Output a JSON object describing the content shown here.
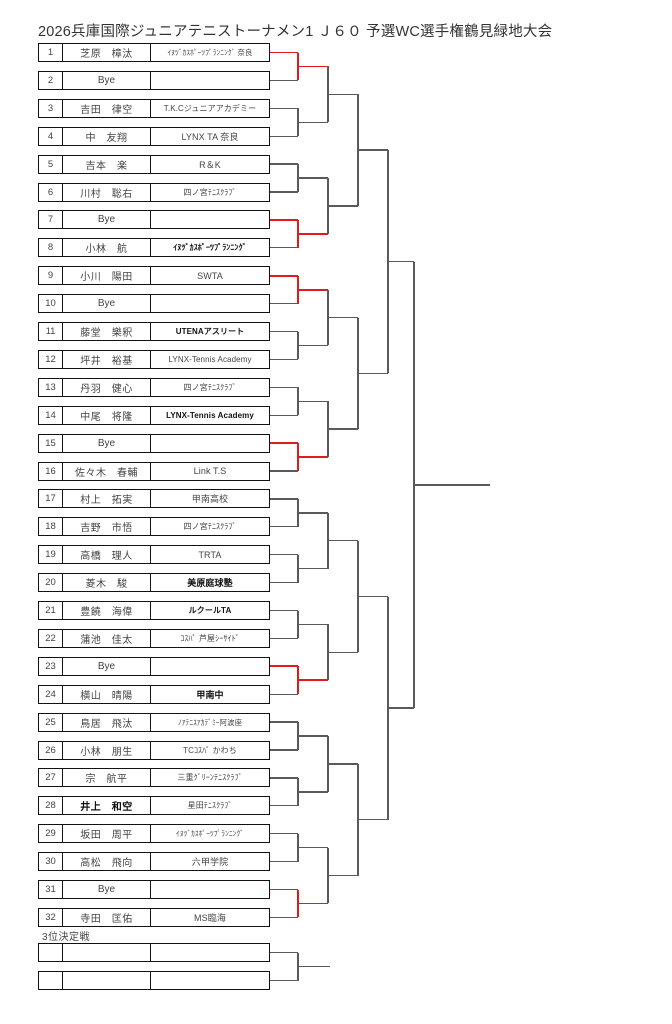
{
  "title": "2026兵庫国際ジュニアテニストーナメン1 Ｊ６０ 予選WC選手権鶴見緑地大会",
  "third_place": {
    "label": "3位決定戦",
    "rows": [
      {
        "seed": "",
        "name": "",
        "club": ""
      },
      {
        "seed": "",
        "name": "",
        "club": ""
      }
    ]
  },
  "colors": {
    "line": "#5a5a5a",
    "bye_advance": "#e01b1b",
    "box_border": "#111111",
    "text": "#444444"
  },
  "entries": [
    {
      "seed": "1",
      "name": "芝原　樟汰",
      "club": "ｲﾇﾂﾞｶｽﾎﾟｰﾂﾌﾟﾗﾝﾆﾝｸﾞ 奈良",
      "name_bold": false,
      "club_bold": false,
      "club_size": "tiny",
      "bye": false
    },
    {
      "seed": "2",
      "name": "Bye",
      "club": "",
      "name_bold": false,
      "club_bold": false,
      "club_size": "",
      "bye": true
    },
    {
      "seed": "3",
      "name": "吉田　律空",
      "club": "T.K.Cジュニアアカデミー",
      "name_bold": false,
      "club_bold": false,
      "club_size": "small",
      "bye": false
    },
    {
      "seed": "4",
      "name": "中　友翔",
      "club": "LYNX TA 奈良",
      "name_bold": false,
      "club_bold": false,
      "club_size": "",
      "bye": false
    },
    {
      "seed": "5",
      "name": "吉本　楽",
      "club": "R＆K",
      "name_bold": false,
      "club_bold": false,
      "club_size": "",
      "bye": false
    },
    {
      "seed": "6",
      "name": "川村　聡右",
      "club": "四ノ宮ﾃﾆｽｸﾗﾌﾞ",
      "name_bold": false,
      "club_bold": false,
      "club_size": "small",
      "bye": false
    },
    {
      "seed": "7",
      "name": "Bye",
      "club": "",
      "name_bold": false,
      "club_bold": false,
      "club_size": "",
      "bye": true
    },
    {
      "seed": "8",
      "name": "小林　航",
      "club": "ｲﾇﾂﾞｶｽﾎﾟｰﾂﾌﾟﾗﾝﾆﾝｸﾞ",
      "name_bold": false,
      "club_bold": true,
      "club_size": "small",
      "bye": false
    },
    {
      "seed": "9",
      "name": "小川　陽田",
      "club": "SWTA",
      "name_bold": false,
      "club_bold": false,
      "club_size": "",
      "bye": false
    },
    {
      "seed": "10",
      "name": "Bye",
      "club": "",
      "name_bold": false,
      "club_bold": false,
      "club_size": "",
      "bye": true
    },
    {
      "seed": "11",
      "name": "藤堂　樂釈",
      "club": "UTENAアスリート",
      "name_bold": false,
      "club_bold": true,
      "club_size": "small",
      "bye": false
    },
    {
      "seed": "12",
      "name": "坪井　裕基",
      "club": "LYNX-Tennis Academy",
      "name_bold": false,
      "club_bold": false,
      "club_size": "small",
      "bye": false
    },
    {
      "seed": "13",
      "name": "丹羽　健心",
      "club": "四ノ宮ﾃﾆｽｸﾗﾌﾞ",
      "name_bold": false,
      "club_bold": false,
      "club_size": "small",
      "bye": false
    },
    {
      "seed": "14",
      "name": "中尾　将隆",
      "club": "LYNX-Tennis Academy",
      "name_bold": false,
      "club_bold": true,
      "club_size": "small",
      "bye": false
    },
    {
      "seed": "15",
      "name": "Bye",
      "club": "",
      "name_bold": false,
      "club_bold": false,
      "club_size": "",
      "bye": true
    },
    {
      "seed": "16",
      "name": "佐々木　春輔",
      "club": "Link T.S",
      "name_bold": false,
      "club_bold": false,
      "club_size": "",
      "bye": false
    },
    {
      "seed": "17",
      "name": "村上　拓実",
      "club": "甲南高校",
      "name_bold": false,
      "club_bold": false,
      "club_size": "",
      "bye": false
    },
    {
      "seed": "18",
      "name": "吉野　市悟",
      "club": "四ノ宮ﾃﾆｽｸﾗﾌﾞ",
      "name_bold": false,
      "club_bold": false,
      "club_size": "small",
      "bye": false
    },
    {
      "seed": "19",
      "name": "高橋　理人",
      "club": "TRTA",
      "name_bold": false,
      "club_bold": false,
      "club_size": "",
      "bye": false
    },
    {
      "seed": "20",
      "name": "菱木　駿",
      "club": "美原庭球塾",
      "name_bold": false,
      "club_bold": true,
      "club_size": "",
      "bye": false
    },
    {
      "seed": "21",
      "name": "豊饒　海偉",
      "club": "ルクールTA",
      "name_bold": false,
      "club_bold": true,
      "club_size": "small",
      "bye": false
    },
    {
      "seed": "22",
      "name": "蒲池　佳太",
      "club": "ｺｽﾊﾟ 芦屋ｼｰｻｲﾄﾞ",
      "name_bold": false,
      "club_bold": false,
      "club_size": "small",
      "bye": false
    },
    {
      "seed": "23",
      "name": "Bye",
      "club": "",
      "name_bold": false,
      "club_bold": false,
      "club_size": "",
      "bye": true
    },
    {
      "seed": "24",
      "name": "横山　晴陽",
      "club": "甲南中",
      "name_bold": false,
      "club_bold": true,
      "club_size": "",
      "bye": false
    },
    {
      "seed": "25",
      "name": "鳥居　飛汰",
      "club": "ﾉｱﾃﾆｽｱｶﾃﾞﾐｰ阿波座",
      "name_bold": false,
      "club_bold": false,
      "club_size": "tiny",
      "bye": false
    },
    {
      "seed": "26",
      "name": "小林　朋生",
      "club": "TCｺｽﾊﾟ かわち",
      "name_bold": false,
      "club_bold": false,
      "club_size": "small",
      "bye": false
    },
    {
      "seed": "27",
      "name": "宗　航平",
      "club": "三重ｸﾞﾘｰﾝﾃﾆｽｸﾗﾌﾞ",
      "name_bold": false,
      "club_bold": false,
      "club_size": "small",
      "bye": false
    },
    {
      "seed": "28",
      "name": "井上　和空",
      "club": "星田ﾃﾆｽｸﾗﾌﾞ",
      "name_bold": true,
      "club_bold": false,
      "club_size": "small",
      "bye": false
    },
    {
      "seed": "29",
      "name": "坂田　周平",
      "club": "ｲﾇﾂﾞｶｽﾎﾟｰﾂﾌﾟﾗﾝﾆﾝｸﾞ",
      "name_bold": false,
      "club_bold": false,
      "club_size": "tiny",
      "bye": false
    },
    {
      "seed": "30",
      "name": "高松　飛向",
      "club": "六甲学院",
      "name_bold": false,
      "club_bold": false,
      "club_size": "",
      "bye": false
    },
    {
      "seed": "31",
      "name": "Bye",
      "club": "",
      "name_bold": false,
      "club_bold": false,
      "club_size": "",
      "bye": true
    },
    {
      "seed": "32",
      "name": "寺田　匡佑",
      "club": "MS臨海",
      "name_bold": false,
      "club_bold": false,
      "club_size": "",
      "bye": false
    }
  ],
  "bye_pairs": [
    1,
    7,
    9,
    15,
    23,
    31
  ]
}
